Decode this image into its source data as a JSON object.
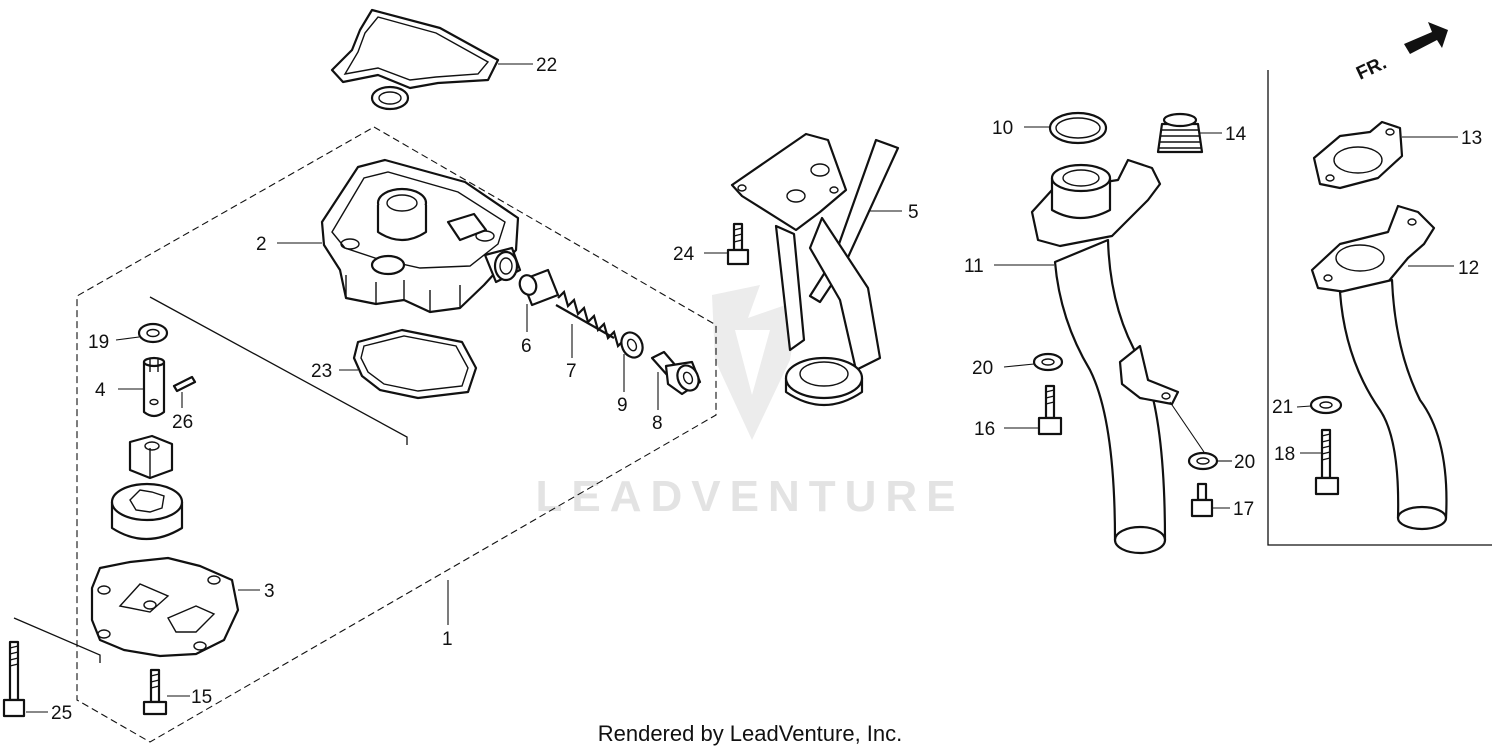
{
  "watermark": {
    "brand": "LEADVENTURE"
  },
  "footer": {
    "credit": "Rendered by LeadVenture, Inc."
  },
  "orientation": {
    "label": "FR."
  },
  "callouts": {
    "c1": "1",
    "c2": "2",
    "c3": "3",
    "c4": "4",
    "c5": "5",
    "c6": "6",
    "c7": "7",
    "c8": "8",
    "c9": "9",
    "c10": "10",
    "c11": "11",
    "c12": "12",
    "c13": "13",
    "c14": "14",
    "c15": "15",
    "c16": "16",
    "c17": "17",
    "c18": "18",
    "c19": "19",
    "c20a": "20",
    "c20b": "20",
    "c21": "21",
    "c22": "22",
    "c23": "23",
    "c24": "24",
    "c25": "25",
    "c26": "26"
  }
}
